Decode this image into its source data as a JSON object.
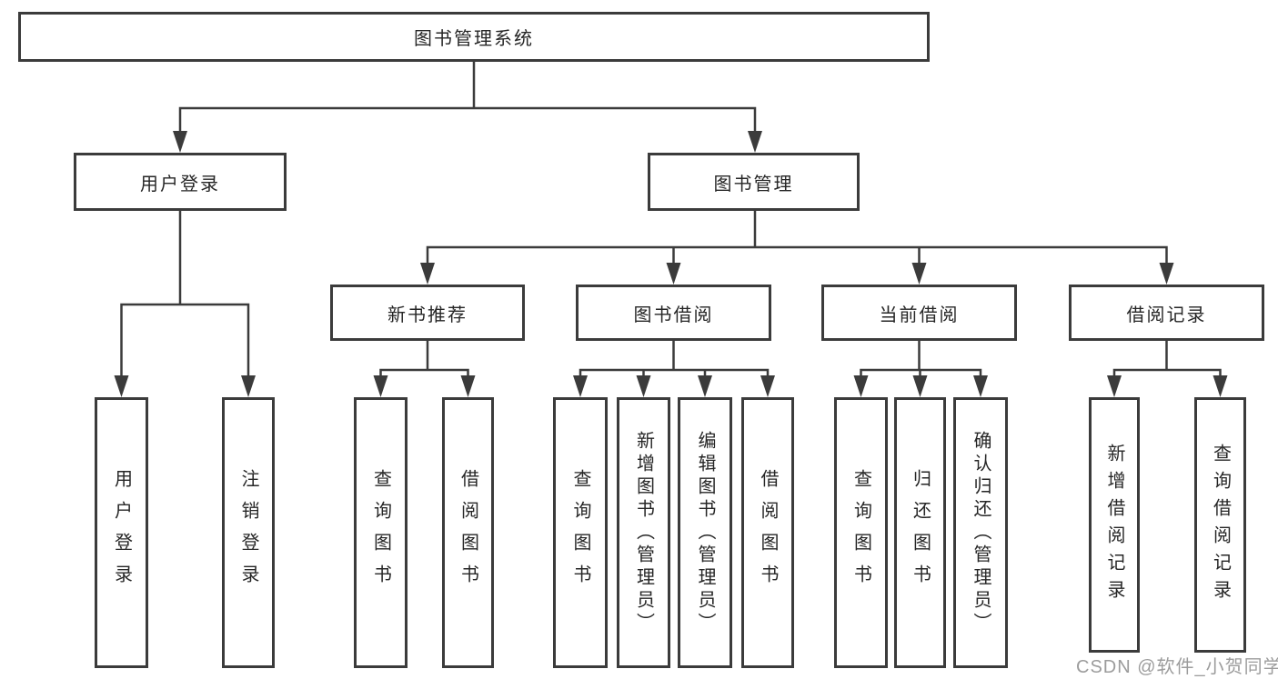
{
  "nodes": {
    "root": "图书管理系统",
    "level2": [
      {
        "label": "用户登录"
      },
      {
        "label": "图书管理"
      }
    ],
    "level3": [
      {
        "label": "新书推荐",
        "parent": "图书管理"
      },
      {
        "label": "图书借阅",
        "parent": "图书管理"
      },
      {
        "label": "当前借阅",
        "parent": "图书管理"
      },
      {
        "label": "借阅记录",
        "parent": "图书管理"
      }
    ],
    "leaves": [
      {
        "label": "用户登录",
        "parent": "用户登录"
      },
      {
        "label": "注销登录",
        "parent": "用户登录"
      },
      {
        "label": "查询图书",
        "parent": "新书推荐"
      },
      {
        "label": "借阅图书",
        "parent": "新书推荐"
      },
      {
        "label": "查询图书",
        "parent": "图书借阅"
      },
      {
        "label": "新增图书（管理员）",
        "parent": "图书借阅"
      },
      {
        "label": "编辑图书（管理员）",
        "parent": "图书借阅"
      },
      {
        "label": "借阅图书",
        "parent": "图书借阅"
      },
      {
        "label": "查询图书",
        "parent": "当前借阅"
      },
      {
        "label": "归还图书",
        "parent": "当前借阅"
      },
      {
        "label": "确认归还（管理员）",
        "parent": "当前借阅"
      },
      {
        "label": "新增借阅记录",
        "parent": "借阅记录"
      },
      {
        "label": "查询借阅记录",
        "parent": "借阅记录"
      }
    ]
  },
  "watermark": "CSDN @软件_小贺同学",
  "colors": {
    "line": "#3b3b3b",
    "text": "#262626",
    "watermark": "#9c9c9c",
    "background": "#ffffff"
  }
}
